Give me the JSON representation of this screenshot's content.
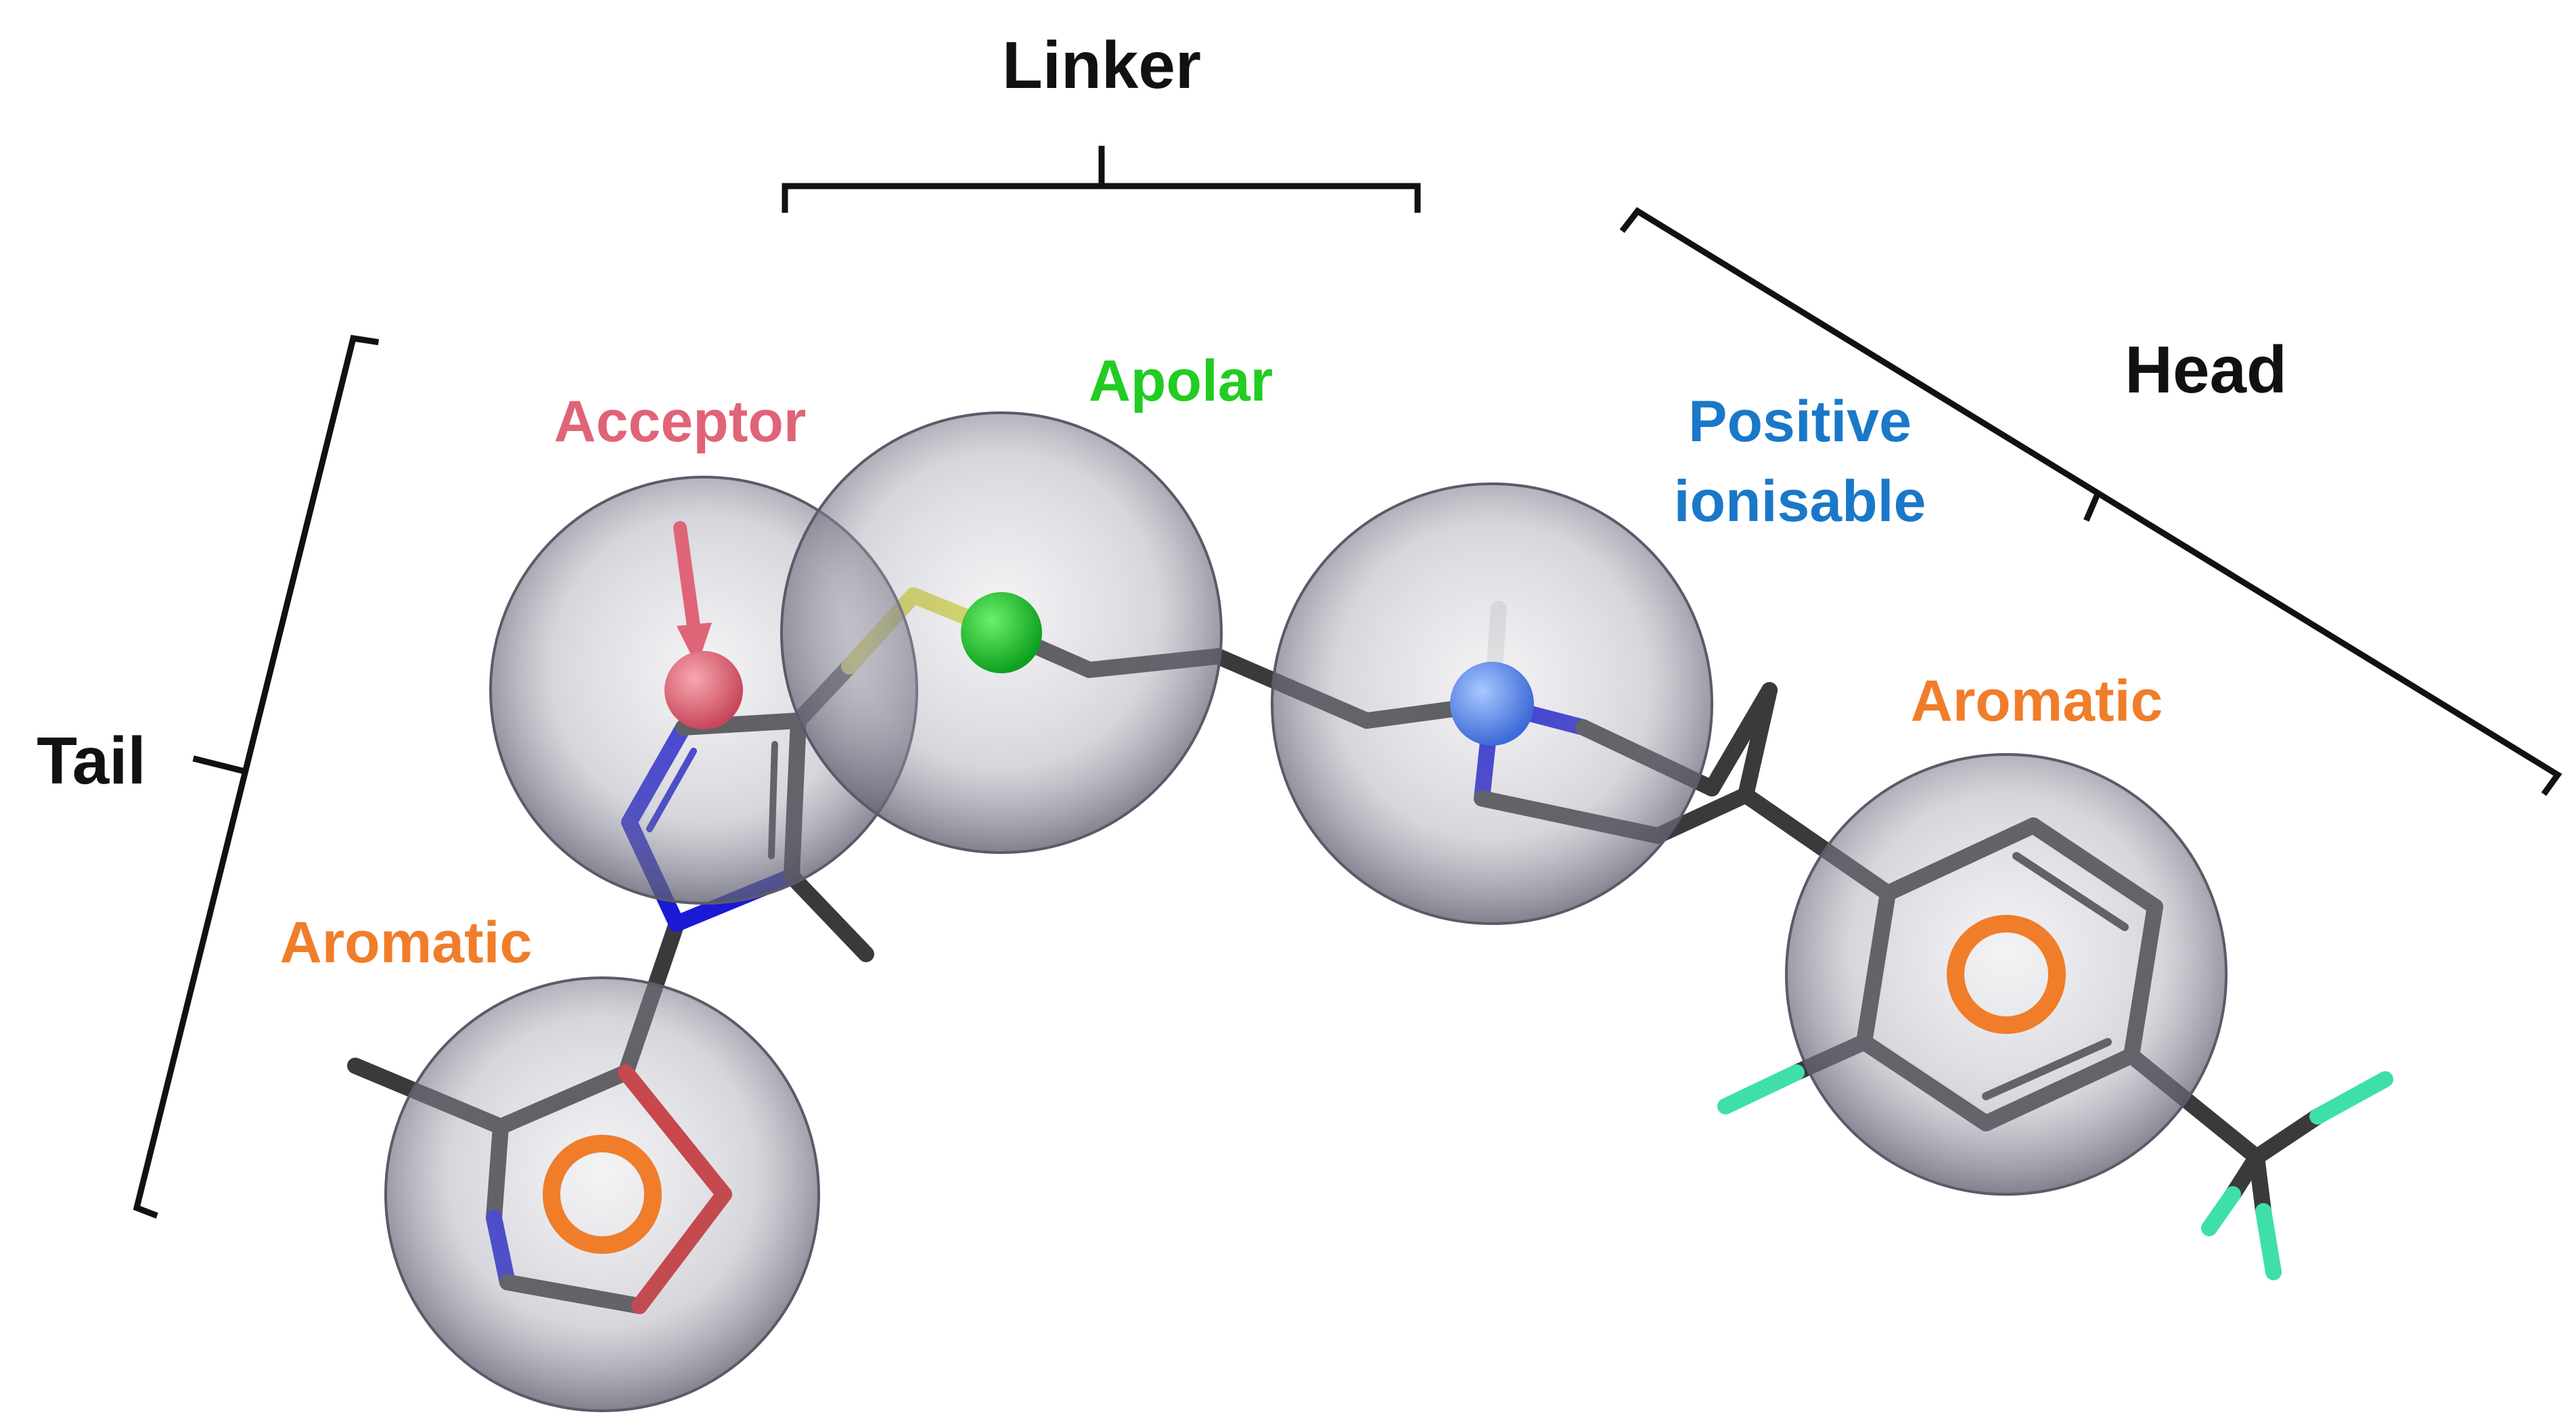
{
  "regions": {
    "linker": "Linker",
    "head": "Head",
    "tail": "Tail"
  },
  "features": {
    "acceptor": "Acceptor",
    "apolar": "Apolar",
    "positive_line1": "Positive",
    "positive_line2": "ionisable",
    "aromatic_head": "Aromatic",
    "aromatic_tail": "Aromatic"
  },
  "colors": {
    "acceptor": "#e06478",
    "apolar": "#22cc22",
    "positive": "#1a78c8",
    "aromatic": "#f07d2a",
    "bracket": "#111111",
    "sphere": "#9a9aa8",
    "carbon": "#3a3a3c",
    "nitrogen": "#1a1ad6",
    "oxygen": "#d41414",
    "sulfur": "#d8d84a",
    "fluorine": "#3ee0a8"
  }
}
